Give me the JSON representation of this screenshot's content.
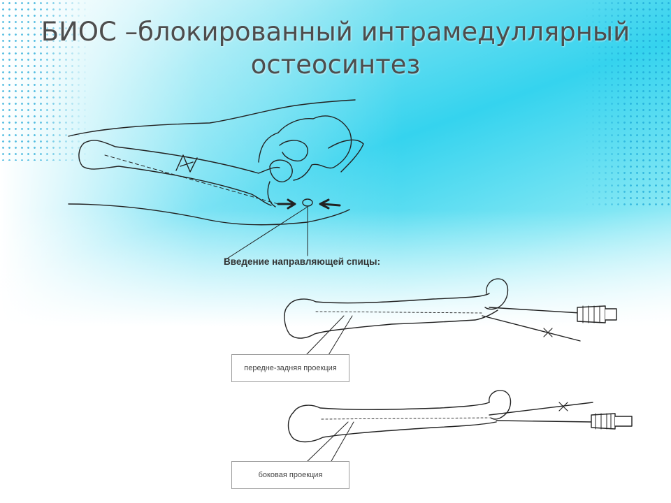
{
  "slide": {
    "title_line1": "БИОС –блокированный интрамедуллярный",
    "title_line2": "остеосинтез"
  },
  "figure": {
    "caption": "Введение направляющей спицы:",
    "label_ap": "передне-задняя проекция",
    "label_lateral": "боковая проекция"
  },
  "colors": {
    "accent": "#35d3ee",
    "dots": "#1aa6d6",
    "title": "#4d4d4d"
  }
}
